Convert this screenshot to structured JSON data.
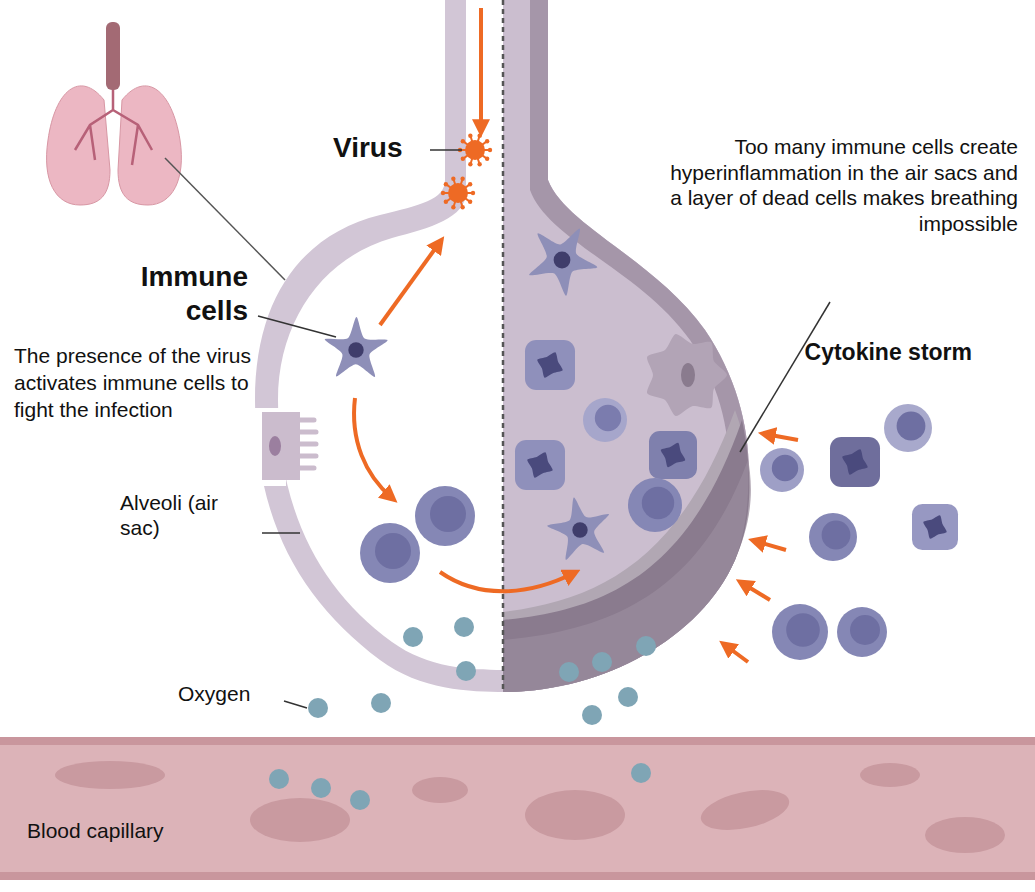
{
  "diagram": {
    "labels": [
      "Virus",
      "Immune cells",
      "The presence of the virus activates immune cells to fight the infection",
      "Alveoli (air sac)",
      "Oxygen",
      "Too many immune cells create hyperinflammation in the air sacs and a layer of dead cells makes breathing impossible",
      "Cytokine storm",
      "Blood capillary"
    ]
  }
}
